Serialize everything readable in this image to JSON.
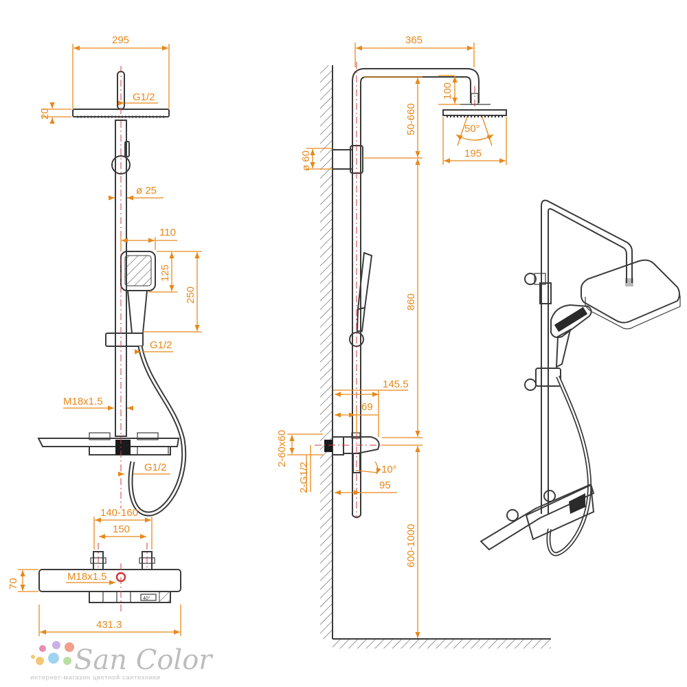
{
  "front_view": {
    "head_width": "295",
    "head_thickness": "20",
    "head_inlet": "G1/2",
    "pipe_diameter": "ø 25",
    "handshower_width": "110",
    "handshower_head_height": "125",
    "handshower_length": "250",
    "hose_inlet": "G1/2",
    "mixer_thread": "M18x1.5",
    "bottom_inlet": "G1/2"
  },
  "mixer_view": {
    "centers_range": "140-160",
    "centers": "150",
    "height": "70",
    "thread": "M18x1.5",
    "width": "431.3",
    "temperature_label": "40°"
  },
  "side_view": {
    "arm_length": "365",
    "head_drop": "100",
    "height_adjust": "50-660",
    "wall_bracket": "ø 60",
    "spray_angle": "50°",
    "head_diameter": "195",
    "rail_length": "860",
    "projection_total": "145.5",
    "projection_mixer": "69",
    "connection_spec": "2-60x60",
    "inlet_spec": "2-G1/2",
    "tilt_angle": "10°",
    "spout_depth": "95",
    "install_height": "600-1000"
  },
  "logo": {
    "name": "San Color",
    "tagline": "интернет-магазин цветной сантехники",
    "colors": [
      "#e58fb3",
      "#f3c774",
      "#9fd3ef",
      "#b9e0a4",
      "#cbb0e6",
      "#f2a08c"
    ]
  }
}
